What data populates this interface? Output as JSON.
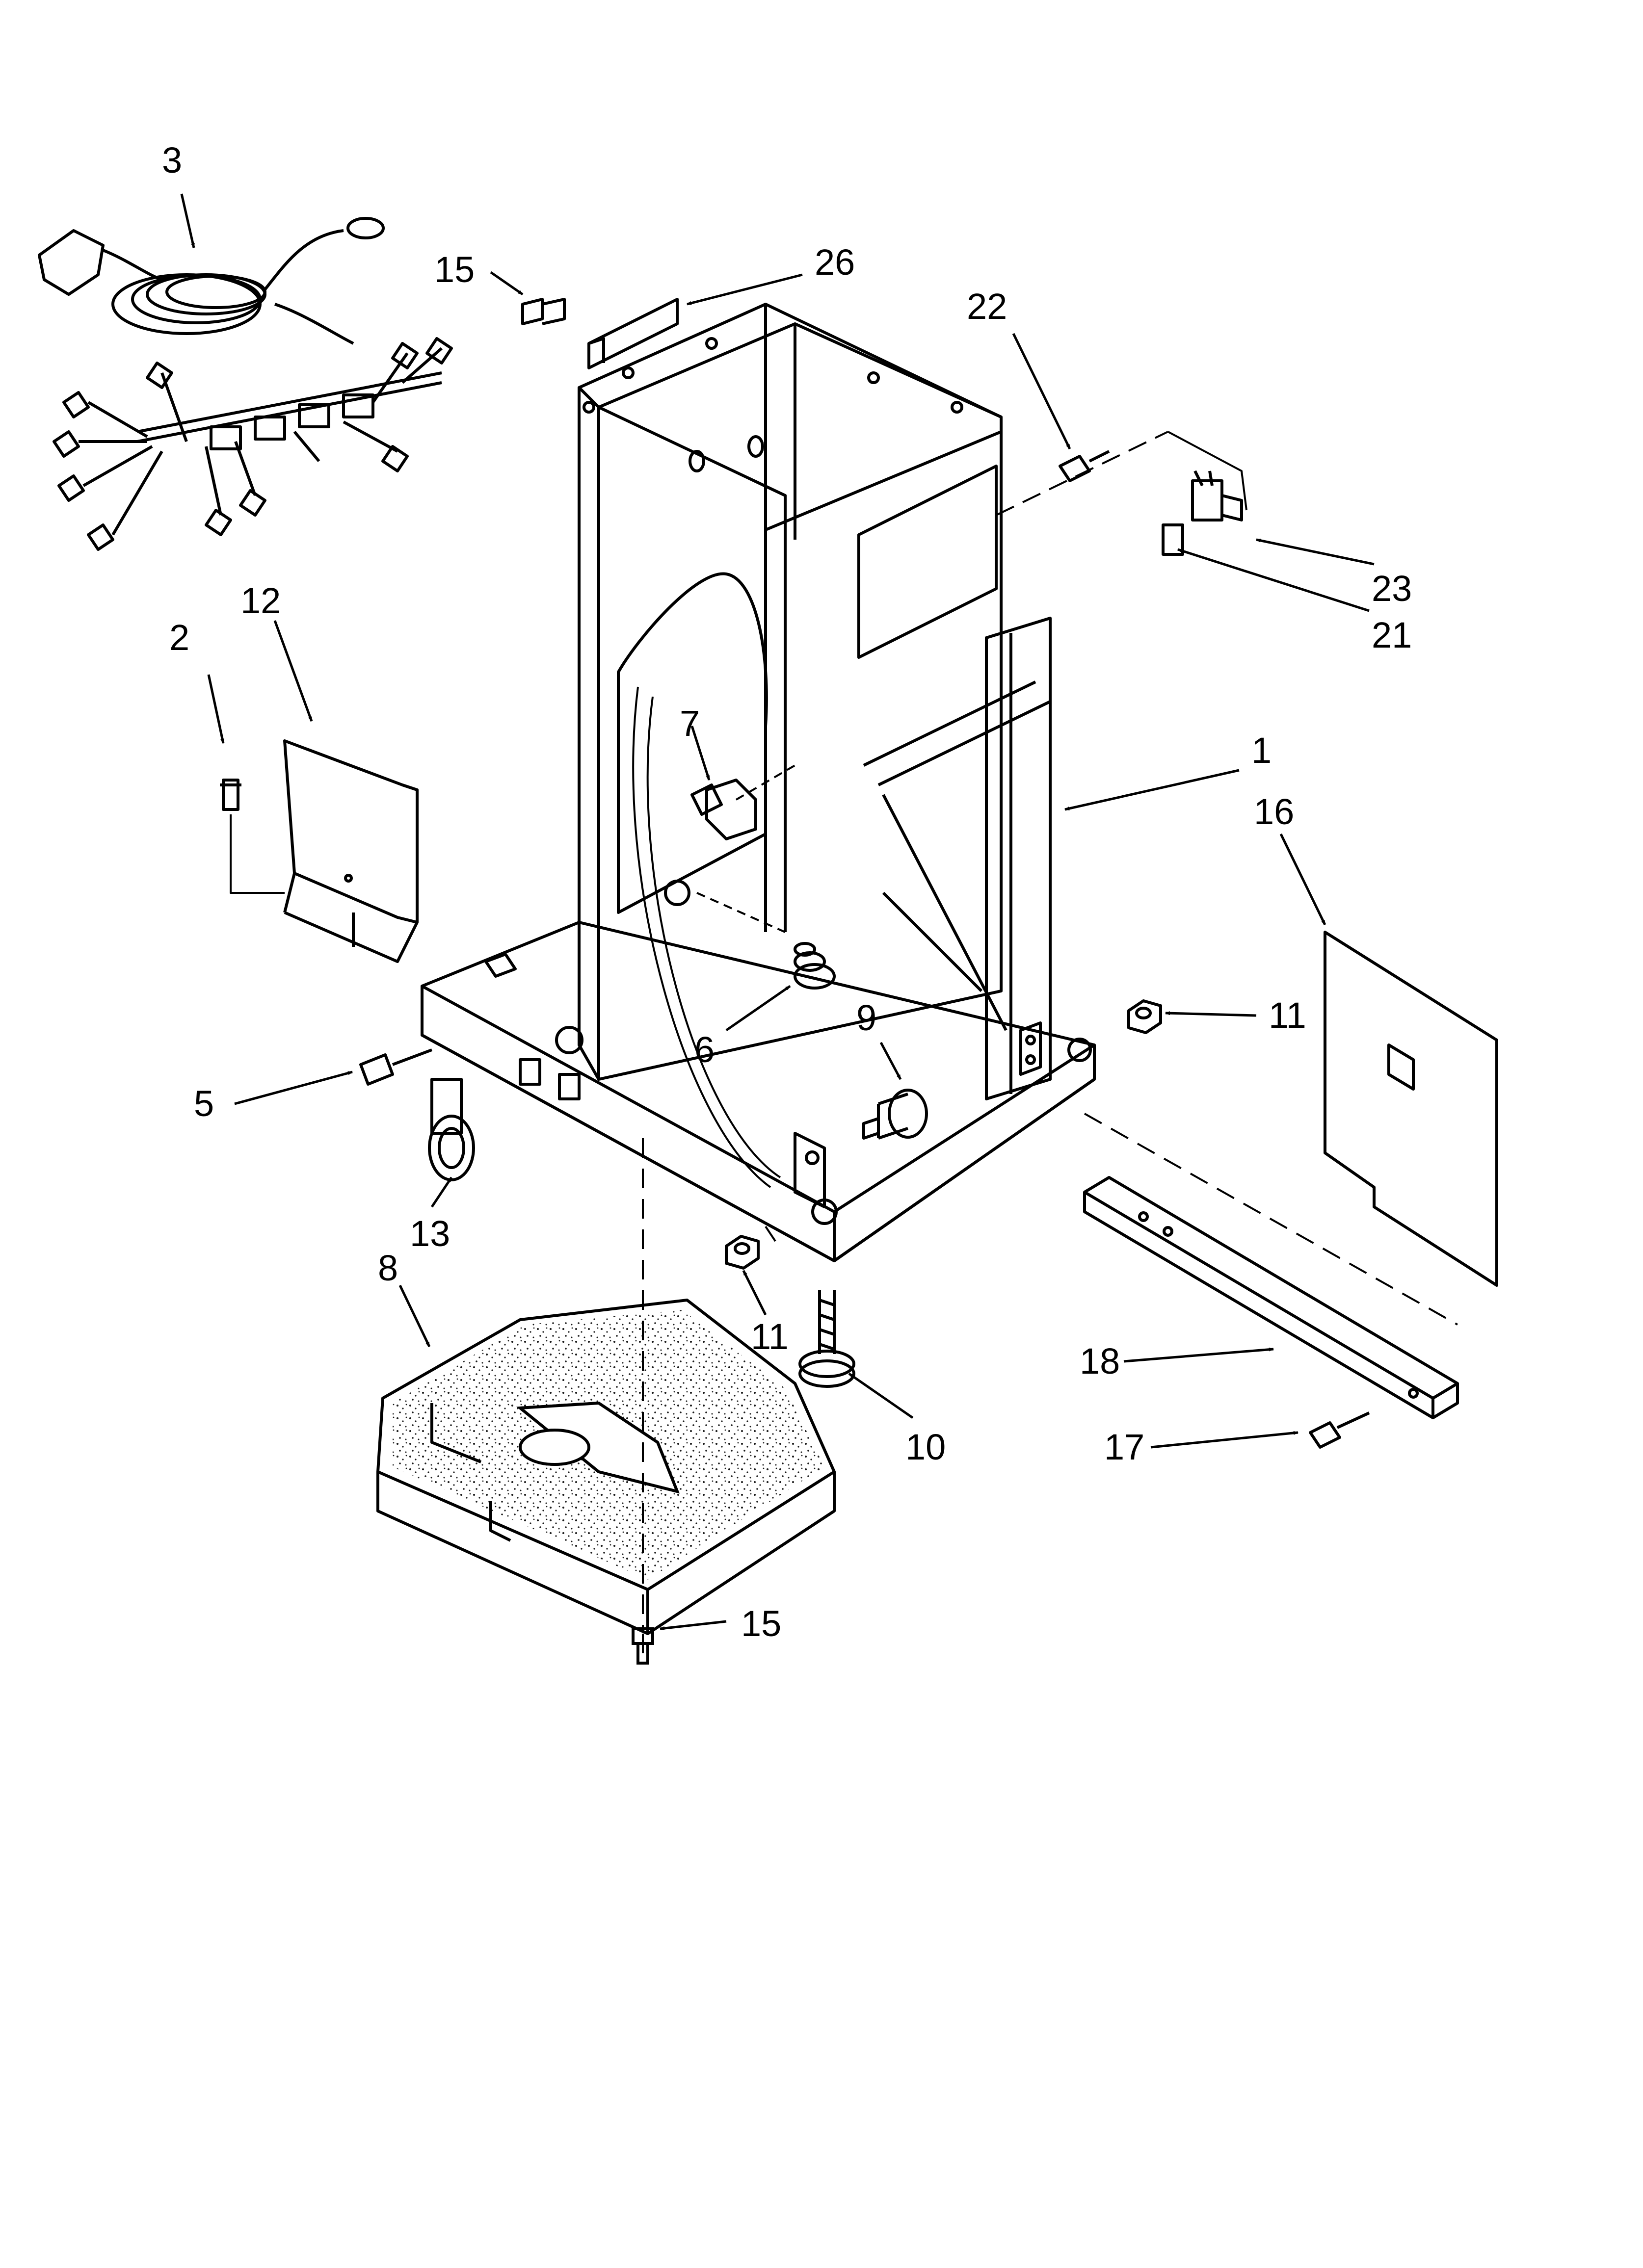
{
  "diagram": {
    "labels": {
      "p1": "1",
      "p2": "2",
      "p3": "3",
      "p5": "5",
      "p6": "6",
      "p7": "7",
      "p8": "8",
      "p9": "9",
      "p10": "10",
      "p11a": "11",
      "p11b": "11",
      "p12": "12",
      "p13": "13",
      "p15a": "15",
      "p15b": "15",
      "p16": "16",
      "p17": "17",
      "p18": "18",
      "p21": "21",
      "p22": "22",
      "p23": "23",
      "p26": "26"
    }
  }
}
